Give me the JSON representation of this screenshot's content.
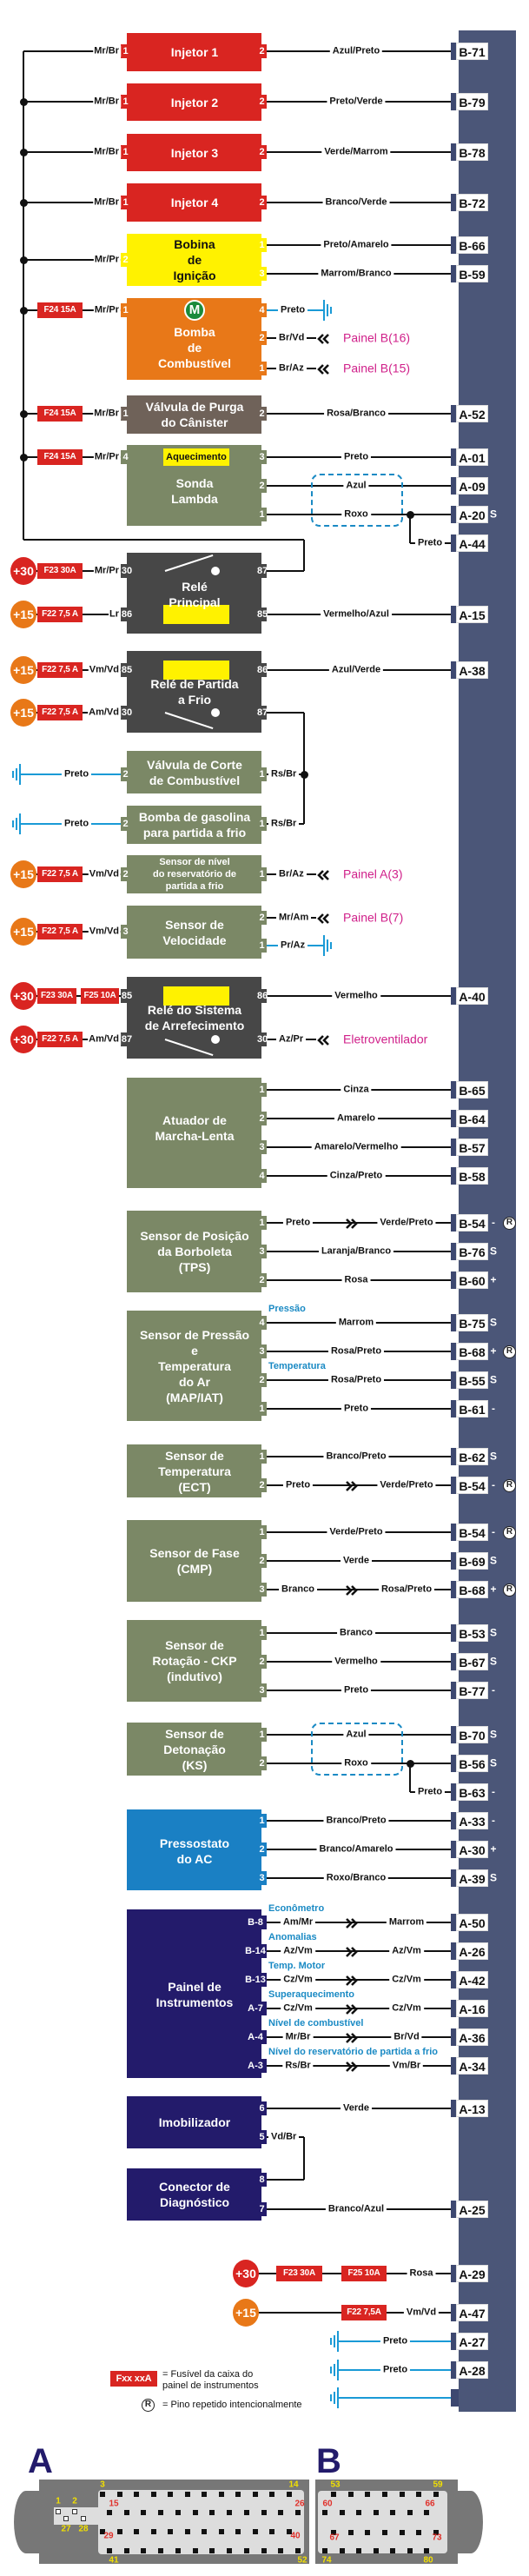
{
  "colors": {
    "red": "#d92521",
    "yellow": "#fff200",
    "orange": "#e87818",
    "brown": "#6f6259",
    "green": "#7b8866",
    "dark": "#474747",
    "blue": "#1a80c4",
    "navy": "#231b6b",
    "ecu_bar": "#4b5678",
    "destination": "#d0208a",
    "ground": "#1a9ad6",
    "note": "#1a8ac4"
  },
  "components": [
    {
      "title": "Injetor 1",
      "variant": "red",
      "left": [
        {
          "pin": "1",
          "wire": "Mr/Br"
        }
      ],
      "right": [
        {
          "pin": "2",
          "wire": "Azul/Preto",
          "term": "B-71"
        }
      ]
    },
    {
      "title": "Injetor 2",
      "variant": "red",
      "left": [
        {
          "pin": "1",
          "wire": "Mr/Br"
        }
      ],
      "right": [
        {
          "pin": "2",
          "wire": "Preto/Verde",
          "term": "B-79"
        }
      ]
    },
    {
      "title": "Injetor 3",
      "variant": "red",
      "left": [
        {
          "pin": "1",
          "wire": "Mr/Br"
        }
      ],
      "right": [
        {
          "pin": "2",
          "wire": "Verde/Marrom",
          "term": "B-78"
        }
      ]
    },
    {
      "title": "Injetor 4",
      "variant": "red",
      "left": [
        {
          "pin": "1",
          "wire": "Mr/Br"
        }
      ],
      "right": [
        {
          "pin": "2",
          "wire": "Branco/Verde",
          "term": "B-72"
        }
      ]
    },
    {
      "title": "Bobina\nde\nIgnição",
      "variant": "yellow",
      "left": [
        {
          "pin": "2",
          "wire": "Mr/Pr"
        }
      ],
      "right": [
        {
          "pin": "1",
          "wire": "Preto/Amarelo",
          "term": "B-66"
        },
        {
          "pin": "3",
          "wire": "Marrom/Branco",
          "term": "B-59"
        }
      ]
    },
    {
      "title": "Bomba\nde\nCombustível",
      "variant": "orange",
      "motor_label": "M",
      "left": [
        {
          "pin": "1",
          "wire": "Mr/Pr",
          "fuses": [
            "F24 15A"
          ]
        }
      ],
      "right": [
        {
          "pin": "4",
          "wire": "Preto",
          "ground": true
        },
        {
          "pin": "2",
          "wire": "Br/Vd",
          "dest": "Painel B(16)"
        },
        {
          "pin": "1",
          "wire": "Br/Az",
          "dest": "Painel B(15)"
        }
      ]
    },
    {
      "title": "Válvula de Purga\ndo Cânister",
      "variant": "brown",
      "left": [
        {
          "pin": "1",
          "wire": "Mr/Br",
          "fuses": [
            "F24 15A"
          ]
        }
      ],
      "right": [
        {
          "pin": "2",
          "wire": "Rosa/Branco",
          "term": "A-52"
        }
      ]
    },
    {
      "title": "Sonda\nLambda",
      "variant": "green",
      "heater_label": "Aquecimento",
      "left": [
        {
          "pin": "4",
          "wire": "Mr/Pr",
          "fuses": [
            "F24 15A"
          ]
        }
      ],
      "right": [
        {
          "pin": "3",
          "wire": "Preto",
          "term": "A-01"
        },
        {
          "pin": "2",
          "wire": "Azul",
          "term": "A-09"
        },
        {
          "pin": "1",
          "wire": "Roxo",
          "term": "A-20",
          "mark": "S"
        }
      ],
      "extra": {
        "wire": "Preto",
        "term": "A-44"
      }
    },
    {
      "title": "Relé\nPrincipal",
      "variant": "dark",
      "left": [
        {
          "pin": "30",
          "wire": "Mr/Pr",
          "fuses": [
            "F23 30A"
          ],
          "source": "+30"
        },
        {
          "pin": "86",
          "wire": "Lr",
          "fuses": [
            "F22 7,5 A"
          ],
          "source": "+15"
        }
      ],
      "right": [
        {
          "pin": "87"
        },
        {
          "pin": "85",
          "wire": "Vermelho/Azul",
          "term": "A-15"
        }
      ]
    },
    {
      "title": "Relé de Partida\na Frio",
      "variant": "dark",
      "left": [
        {
          "pin": "85",
          "wire": "Vm/Vd",
          "fuses": [
            "F22 7,5 A"
          ],
          "source": "+15"
        },
        {
          "pin": "30",
          "wire": "Am/Vd",
          "fuses": [
            "F22 7,5 A"
          ],
          "source": "+15"
        }
      ],
      "right": [
        {
          "pin": "86",
          "wire": "Azul/Verde",
          "term": "A-38"
        },
        {
          "pin": "87"
        }
      ]
    },
    {
      "title": "Válvula de Corte\nde Combustível",
      "variant": "green",
      "left": [
        {
          "pin": "2",
          "wire": "Preto",
          "ground": true
        }
      ],
      "right": [
        {
          "pin": "1",
          "wire": "Rs/Br"
        }
      ]
    },
    {
      "title": "Bomba de gasolina\npara partida a frio",
      "variant": "green",
      "left": [
        {
          "pin": "2",
          "wire": "Preto",
          "ground": true
        }
      ],
      "right": [
        {
          "pin": "1",
          "wire": "Rs/Br"
        }
      ]
    },
    {
      "title": "Sensor de nível\ndo reservatório de\npartida a frio",
      "variant": "green",
      "small": true,
      "left": [
        {
          "pin": "2",
          "wire": "Vm/Vd",
          "fuses": [
            "F22 7,5 A"
          ],
          "source": "+15"
        }
      ],
      "right": [
        {
          "pin": "1",
          "wire": "Br/Az",
          "dest": "Painel A(3)"
        }
      ]
    },
    {
      "title": "Sensor de\nVelocidade",
      "variant": "green",
      "left": [
        {
          "pin": "3",
          "wire": "Vm/Vd",
          "fuses": [
            "F22 7,5 A"
          ],
          "source": "+15"
        }
      ],
      "right": [
        {
          "pin": "2",
          "wire": "Mr/Am",
          "dest": "Painel B(7)"
        },
        {
          "pin": "1",
          "wire": "Pr/Az",
          "ground": true
        }
      ]
    },
    {
      "title": "Relé do Sistema\nde Arrefecimento",
      "variant": "dark",
      "left": [
        {
          "pin": "85",
          "fuses": [
            "F23 30A",
            "F25 10A"
          ],
          "source": "+30"
        },
        {
          "pin": "87",
          "wire": "Am/Vd",
          "fuses": [
            "F22 7,5 A"
          ],
          "source": "+30"
        }
      ],
      "right": [
        {
          "pin": "86",
          "wire": "Vermelho",
          "term": "A-40"
        },
        {
          "pin": "30",
          "wire": "Az/Pr",
          "dest": "Eletroventilador"
        }
      ]
    },
    {
      "title": "Atuador de\nMarcha-Lenta",
      "variant": "green",
      "left": [],
      "right": [
        {
          "pin": "1",
          "wire": "Cinza",
          "term": "B-65"
        },
        {
          "pin": "2",
          "wire": "Amarelo",
          "term": "B-64"
        },
        {
          "pin": "3",
          "wire": "Amarelo/Vermelho",
          "term": "B-57"
        },
        {
          "pin": "4",
          "wire": "Cinza/Preto",
          "term": "B-58"
        }
      ]
    },
    {
      "title": "Sensor de Posição\nda Borboleta\n(TPS)",
      "variant": "green",
      "left": [],
      "right": [
        {
          "pin": "1",
          "wire": "Preto",
          "splice_wire": "Verde/Preto",
          "term": "B-54",
          "mark": "-",
          "repeated": true
        },
        {
          "pin": "3",
          "wire": "Laranja/Branco",
          "term": "B-76",
          "mark": "S"
        },
        {
          "pin": "2",
          "wire": "Rosa",
          "term": "B-60",
          "mark": "+"
        }
      ]
    },
    {
      "title": "Sensor de Pressão\ne\nTemperatura\ndo Ar\n(MAP/IAT)",
      "variant": "green",
      "left": [],
      "right": [
        {
          "pin": "4",
          "wire": "Marrom",
          "term": "B-75",
          "mark": "S",
          "note": "Pressão"
        },
        {
          "pin": "3",
          "wire": "Rosa/Preto",
          "term": "B-68",
          "mark": "+",
          "repeated": true
        },
        {
          "pin": "2",
          "wire": "Rosa/Preto",
          "term": "B-55",
          "mark": "S",
          "note": "Temperatura"
        },
        {
          "pin": "1",
          "wire": "Preto",
          "term": "B-61",
          "mark": "-"
        }
      ]
    },
    {
      "title": "Sensor de\nTemperatura\n(ECT)",
      "variant": "green",
      "left": [],
      "right": [
        {
          "pin": "1",
          "wire": "Branco/Preto",
          "term": "B-62",
          "mark": "S"
        },
        {
          "pin": "2",
          "wire": "Preto",
          "splice_wire": "Verde/Preto",
          "term": "B-54",
          "mark": "-",
          "repeated": true
        }
      ]
    },
    {
      "title": "Sensor de Fase\n(CMP)",
      "variant": "green",
      "left": [],
      "right": [
        {
          "pin": "1",
          "wire": "Verde/Preto",
          "term": "B-54",
          "mark": "-",
          "repeated": true
        },
        {
          "pin": "2",
          "wire": "Verde",
          "term": "B-69",
          "mark": "S"
        },
        {
          "pin": "3",
          "wire": "Branco",
          "splice_wire": "Rosa/Preto",
          "term": "B-68",
          "mark": "+",
          "repeated": true
        }
      ]
    },
    {
      "title": "Sensor de\nRotação - CKP\n(indutivo)",
      "variant": "green",
      "left": [],
      "right": [
        {
          "pin": "1",
          "wire": "Branco",
          "term": "B-53",
          "mark": "S"
        },
        {
          "pin": "2",
          "wire": "Vermelho",
          "term": "B-67",
          "mark": "S"
        },
        {
          "pin": "3",
          "wire": "Preto",
          "term": "B-77",
          "mark": "-"
        }
      ]
    },
    {
      "title": "Sensor de\nDetonação\n(KS)",
      "variant": "green",
      "left": [],
      "right": [
        {
          "pin": "1",
          "wire": "Azul",
          "term": "B-70",
          "mark": "S"
        },
        {
          "pin": "2",
          "wire": "Roxo",
          "term": "B-56",
          "mark": "S"
        }
      ],
      "extra": {
        "wire": "Preto",
        "term": "B-63",
        "mark": "-"
      }
    },
    {
      "title": "Pressostato\ndo AC",
      "variant": "blue",
      "left": [],
      "right": [
        {
          "pin": "1",
          "wire": "Branco/Preto",
          "term": "A-33",
          "mark": "-"
        },
        {
          "pin": "2",
          "wire": "Branco/Amarelo",
          "term": "A-30",
          "mark": "+"
        },
        {
          "pin": "3",
          "wire": "Roxo/Branco",
          "term": "A-39",
          "mark": "S"
        }
      ]
    },
    {
      "title": "Painel de\nInstrumentos",
      "variant": "navy",
      "left": [],
      "right": [
        {
          "pin": "B-8",
          "wire": "Am/Mr",
          "splice_wire": "Marrom",
          "term": "A-50",
          "note": "Econômetro"
        },
        {
          "pin": "B-14",
          "wire": "Az/Vm",
          "splice_wire": "Az/Vm",
          "term": "A-26",
          "note": "Anomalias"
        },
        {
          "pin": "B-13",
          "wire": "Cz/Vm",
          "splice_wire": "Cz/Vm",
          "term": "A-42",
          "note": "Temp. Motor"
        },
        {
          "pin": "A-7",
          "wire": "Cz/Vm",
          "splice_wire": "Cz/Vm",
          "term": "A-16",
          "note": "Superaquecimento"
        },
        {
          "pin": "A-4",
          "wire": "Mr/Br",
          "splice_wire": "Br/Vd",
          "term": "A-36",
          "note": "Nível de combustível"
        },
        {
          "pin": "A-3",
          "wire": "Rs/Br",
          "splice_wire": "Vm/Br",
          "term": "A-34",
          "note": "Nível do reservatório de partida a frio"
        }
      ]
    },
    {
      "title": "Imobilizador",
      "variant": "navy",
      "left": [],
      "right": [
        {
          "pin": "6",
          "wire": "Verde",
          "term": "A-13"
        },
        {
          "pin": "5",
          "wire": "Vd/Br"
        }
      ]
    },
    {
      "title": "Conector de\nDiagnóstico",
      "variant": "navy",
      "left": [],
      "right": [
        {
          "pin": "8"
        },
        {
          "pin": "7",
          "wire": "Branco/Azul",
          "term": "A-25"
        }
      ]
    }
  ],
  "feeds": [
    {
      "source": "+30",
      "fuses": [
        "F23 30A",
        "F25 10A"
      ],
      "wire": "Rosa",
      "term": "A-29"
    },
    {
      "source": "+15",
      "fuses": [
        "F22 7,5A"
      ],
      "wire": "Vm/Vd",
      "term": "A-47"
    },
    {
      "ground": true,
      "wire": "Preto",
      "term": "A-27"
    },
    {
      "ground": true,
      "wire": "Preto",
      "term": "A-28"
    },
    {
      "ground": true
    }
  ],
  "legend": {
    "fuse_sample": "Fxx xxA",
    "fuse_text": "= Fusível da caixa do\npainel de instrumentos",
    "repeated_symbol": "R",
    "repeated_text": "= Pino repetido intencionalmente"
  },
  "connectors": {
    "A": {
      "label": "A",
      "yellow_labels": [
        "3",
        "14",
        "1",
        "2",
        "27",
        "28",
        "41",
        "52"
      ],
      "red_labels": [
        "15",
        "26",
        "29",
        "40"
      ]
    },
    "B": {
      "label": "B",
      "yellow_labels": [
        "53",
        "59",
        "74",
        "80"
      ],
      "red_labels": [
        "60",
        "66",
        "67",
        "73"
      ]
    }
  }
}
